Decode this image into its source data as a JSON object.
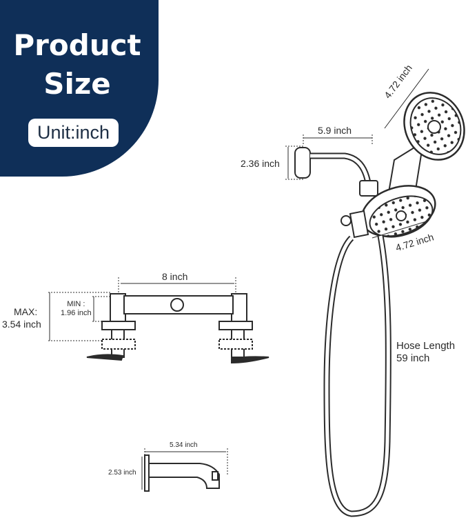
{
  "badge": {
    "title_line1": "Product",
    "title_line2": "Size",
    "unit": "Unit:inch"
  },
  "dimensions": {
    "head_diameter_top": "4.72 inch",
    "arm_length": "5.9 inch",
    "arm_height": "2.36 inch",
    "head_diameter_bottom": "4.72 inch",
    "hose_length_line1": "Hose Length",
    "hose_length_line2": "59 inch",
    "bracket_width": "8 inch",
    "max_label": "MAX:",
    "max_value": "3.54 inch",
    "min_label": "MIN :",
    "min_value": "1.96 inch",
    "spout_length": "5.34 inch",
    "spout_height": "2.53 inch"
  },
  "colors": {
    "badge_bg": "#0f2f58",
    "line": "#2b2b2b"
  }
}
